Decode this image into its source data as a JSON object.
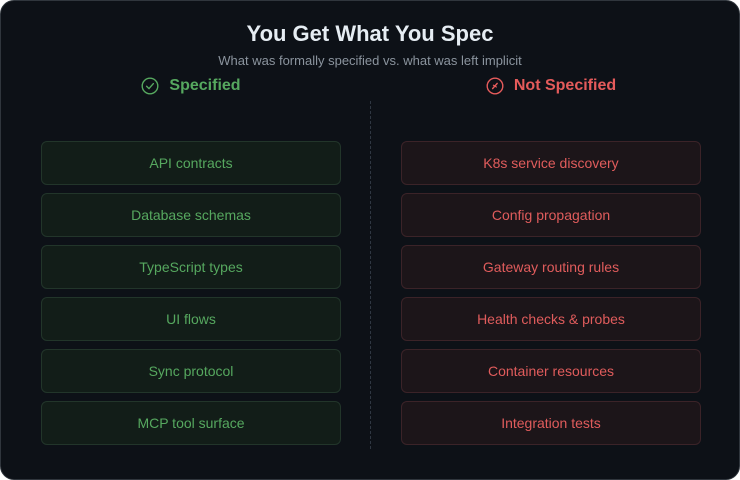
{
  "title": "You Get What You Spec",
  "subtitle": "What was formally specified vs. what was left implicit",
  "columns": {
    "specified": {
      "heading": "Specified",
      "icon": "check-circle-icon",
      "color": "#56a85f",
      "items": [
        "API contracts",
        "Database schemas",
        "TypeScript types",
        "UI flows",
        "Sync protocol",
        "MCP tool surface"
      ]
    },
    "not_specified": {
      "heading": "Not Specified",
      "icon": "x-circle-icon",
      "color": "#e55b5b",
      "items": [
        "K8s service discovery",
        "Config propagation",
        "Gateway routing rules",
        "Health checks & probes",
        "Container resources",
        "Integration tests"
      ]
    }
  }
}
